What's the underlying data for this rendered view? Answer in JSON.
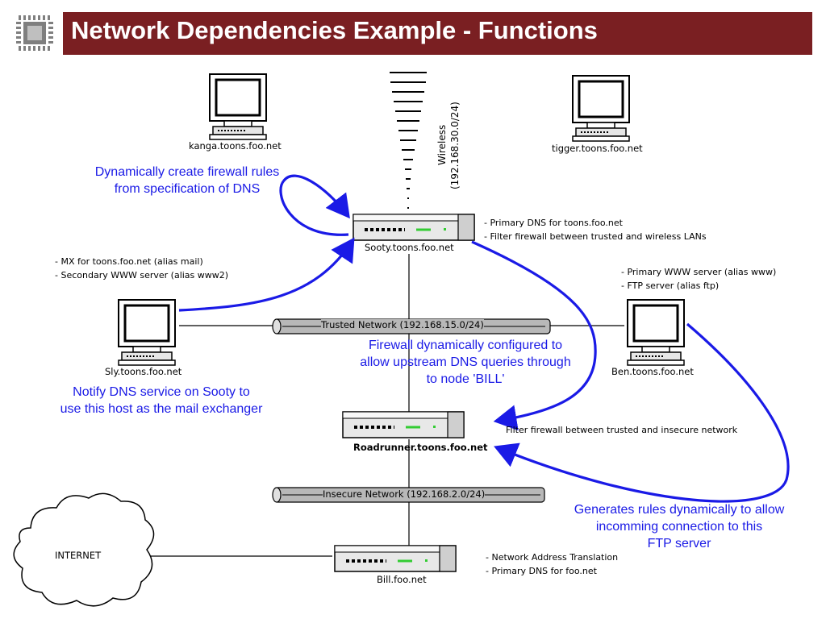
{
  "slide": {
    "title": "Network Dependencies Example - Functions",
    "colors": {
      "title_bar": "#7a1f22",
      "annotation": "#1a1ae6",
      "arrow": "#1a1ae6"
    }
  },
  "nodes": {
    "kanga": "kanga.toons.foo.net",
    "tigger": "tigger.toons.foo.net",
    "sooty": "Sooty.toons.foo.net",
    "sly": "Sly.toons.foo.net",
    "ben": "Ben.toons.foo.net",
    "roadrunner": "Roadrunner.toons.foo.net",
    "bill": "Bill.foo.net",
    "internet": "INTERNET"
  },
  "networks": {
    "wireless_line1": "Wireless",
    "wireless_line2": "(192.168.30.0/24)",
    "trusted": "Trusted Network (192.168.15.0/24)",
    "insecure": "Insecure Network (192.168.2.0/24)"
  },
  "notes": {
    "sooty": [
      "- Primary DNS for toons.foo.net",
      "- Filter firewall between trusted and wireless LANs"
    ],
    "sly": [
      "- MX for toons.foo.net (alias mail)",
      "- Secondary WWW server (alias www2)"
    ],
    "ben": [
      "- Primary WWW server (alias www)",
      "- FTP server (alias ftp)"
    ],
    "roadrunner": "Filter firewall between trusted and insecure network",
    "bill": [
      "- Network Address Translation",
      "- Primary DNS for foo.net"
    ]
  },
  "annotations": {
    "dns_rules": [
      "Dynamically create firewall rules",
      "from specification of DNS"
    ],
    "firewall": [
      "Firewall dynamically configured to",
      "allow upstream DNS queries through",
      "to node 'BILL'"
    ],
    "notify": [
      "Notify DNS service on Sooty to",
      "use this host as the mail exchanger"
    ],
    "ftp": [
      "Generates rules dynamically to allow",
      "incomming connection to this",
      "FTP server"
    ]
  }
}
